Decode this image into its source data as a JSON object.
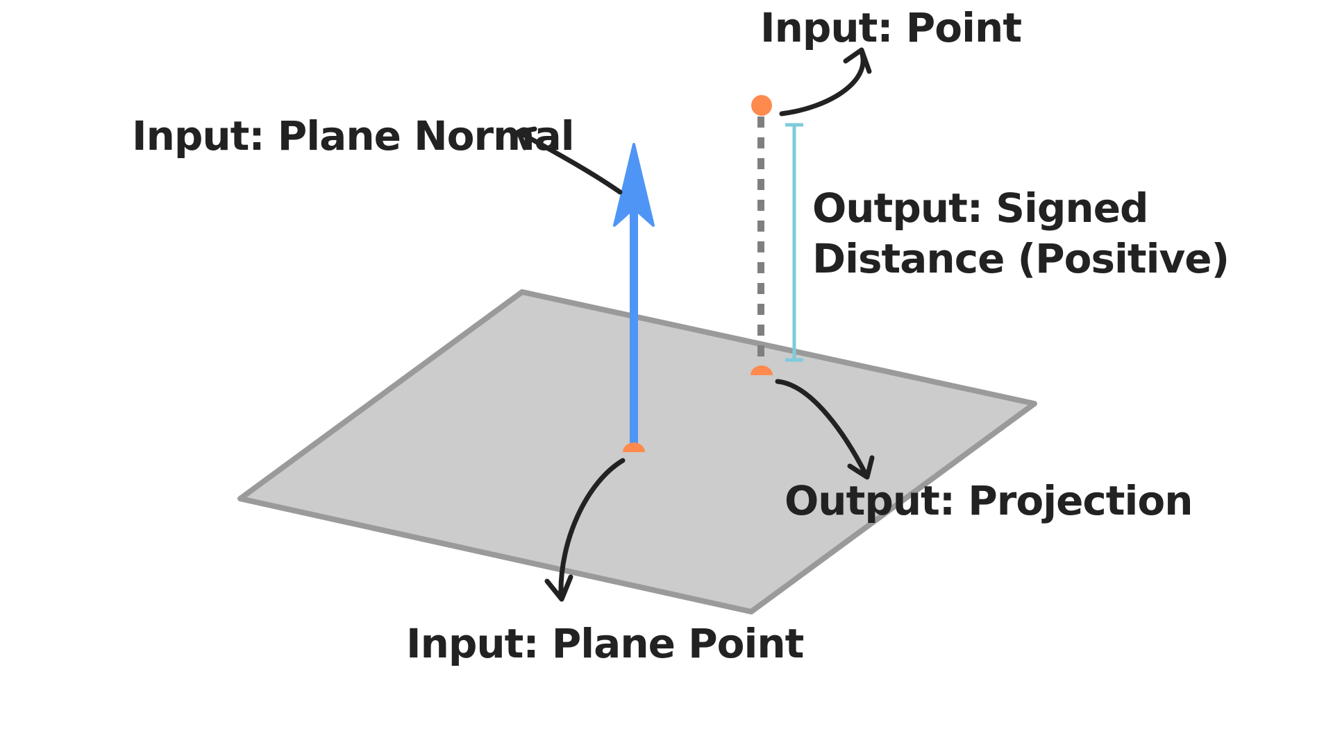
{
  "labels": {
    "input_point": "Input: Point",
    "input_plane_normal": "Input: Plane Normal",
    "output_signed_distance_line1": "Output: Signed",
    "output_signed_distance_line2": "Distance (Positive)",
    "output_projection": "Output: Projection",
    "input_plane_point": "Input: Plane Point"
  },
  "colors": {
    "plane_fill": "#cccccc",
    "plane_stroke": "#9a9a9a",
    "normal_arrow": "#4f95f5",
    "points": "#ff8a4e",
    "dashed_line": "#7f7f7f",
    "distance_bracket": "#7ecbdc",
    "annotation_arrows": "#222222",
    "text": "#222222"
  }
}
